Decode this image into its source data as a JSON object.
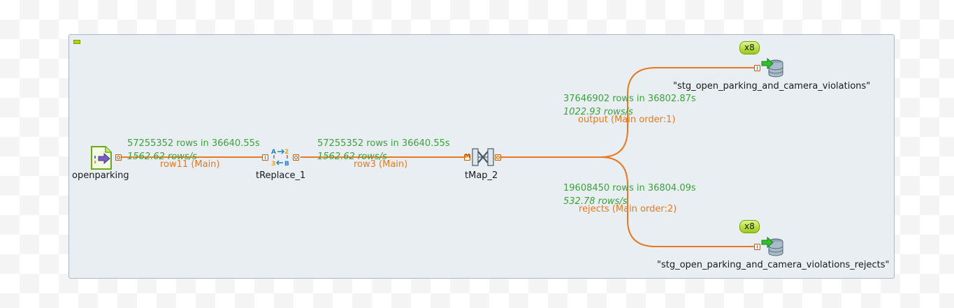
{
  "components": {
    "source": {
      "label": "openparking",
      "icon": "file-input-icon"
    },
    "replace": {
      "label": "tReplace_1",
      "icon": "replace-icon"
    },
    "map": {
      "label": "tMap_2",
      "icon": "map-icon"
    },
    "output_target": {
      "label": "\"stg_open_parking_and_camera_violations\"",
      "icon": "db-output-icon",
      "parallel_badge": "x8"
    },
    "reject_target": {
      "label": "\"stg_open_parking_and_camera_violations_rejects\"",
      "icon": "db-output-icon",
      "parallel_badge": "x8"
    }
  },
  "flows": {
    "row11": {
      "stats": "57255352 rows in 36640.55s",
      "rate": "1562.62 rows/s",
      "name": "row11 (Main)"
    },
    "row3": {
      "stats": "57255352 rows in 36640.55s",
      "rate": "1562.62 rows/s",
      "name": "row3 (Main)"
    },
    "output": {
      "stats": "37646902 rows in 36802.87s",
      "rate": "1022.93 rows/s",
      "name": "output (Main order:1)"
    },
    "rejects": {
      "stats": "19608450 rows in 36804.09s",
      "rate": "532.78 rows/s",
      "name": "rejects (Main order:2)"
    }
  },
  "colors": {
    "flow_line": "#e8791f",
    "stats_text": "#3aa33a",
    "subjob_bg": "#e9eef2",
    "badge": "#9ccc14"
  }
}
